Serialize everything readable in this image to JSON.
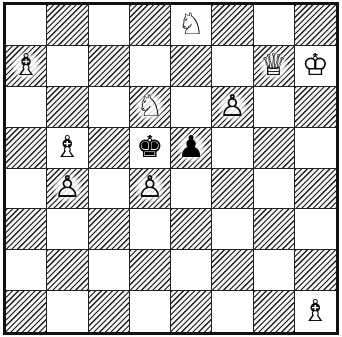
{
  "board": {
    "files": [
      "a",
      "b",
      "c",
      "d",
      "e",
      "f",
      "g",
      "h"
    ],
    "ranks": [
      8,
      7,
      6,
      5,
      4,
      3,
      2,
      1
    ],
    "top_left_square_dark": false,
    "pieces": [
      {
        "square": "e8",
        "type": "knight",
        "color": "white",
        "glyph": "♘"
      },
      {
        "square": "a7",
        "type": "bishop",
        "color": "white",
        "glyph": "♗"
      },
      {
        "square": "g7",
        "type": "queen",
        "color": "white",
        "glyph": "♕"
      },
      {
        "square": "h7",
        "type": "king",
        "color": "white",
        "glyph": "♔"
      },
      {
        "square": "d6",
        "type": "knight",
        "color": "white",
        "glyph": "♘"
      },
      {
        "square": "f6",
        "type": "pawn",
        "color": "white",
        "glyph": "♙"
      },
      {
        "square": "b5",
        "type": "bishop",
        "color": "white",
        "glyph": "♗"
      },
      {
        "square": "d5",
        "type": "king",
        "color": "black",
        "glyph": "♚"
      },
      {
        "square": "e5",
        "type": "pawn",
        "color": "black",
        "glyph": "♟"
      },
      {
        "square": "b4",
        "type": "pawn",
        "color": "white",
        "glyph": "♙"
      },
      {
        "square": "d4",
        "type": "pawn",
        "color": "white",
        "glyph": "♙"
      },
      {
        "square": "h1",
        "type": "bishop",
        "color": "white",
        "glyph": "♗"
      }
    ]
  }
}
